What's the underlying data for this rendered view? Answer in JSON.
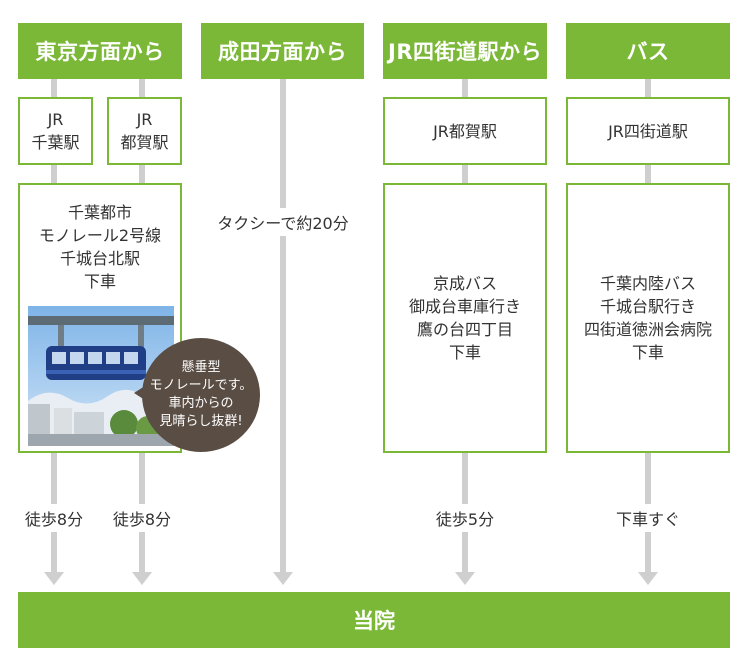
{
  "headers": {
    "tokyo": "東京方面から",
    "narita": "成田方面から",
    "yotsukaido": "JR四街道駅から",
    "bus": "バス"
  },
  "boxes": {
    "jr_chiba": "JR\n千葉駅",
    "jr_tsuga": "JR\n都賀駅",
    "monorail": "千葉都市\nモノレール2号線\n千城台北駅\n下車",
    "jr_tsuga_2": "JR都賀駅",
    "keisei_bus": "京成バス\n御成台車庫行き\n鷹の台四丁目\n下車",
    "jr_yotsukaido": "JR四街道駅",
    "chiba_bus": "千葉内陸バス\n千城台駅行き\n四街道徳洲会病院\n下車"
  },
  "labels": {
    "taxi": "タクシーで約20分",
    "walk_chiba": "徒歩8分",
    "walk_tsuga": "徒歩8分",
    "walk_keisei": "徒歩5分",
    "bus_stop": "下車すぐ"
  },
  "bubble": "懸垂型\nモノレールです。\n車内からの\n見晴らし抜群!",
  "destination": "当院",
  "colors": {
    "accent": "#7bb838",
    "connector": "#cfcfcf",
    "bubble": "#5a4d44"
  }
}
